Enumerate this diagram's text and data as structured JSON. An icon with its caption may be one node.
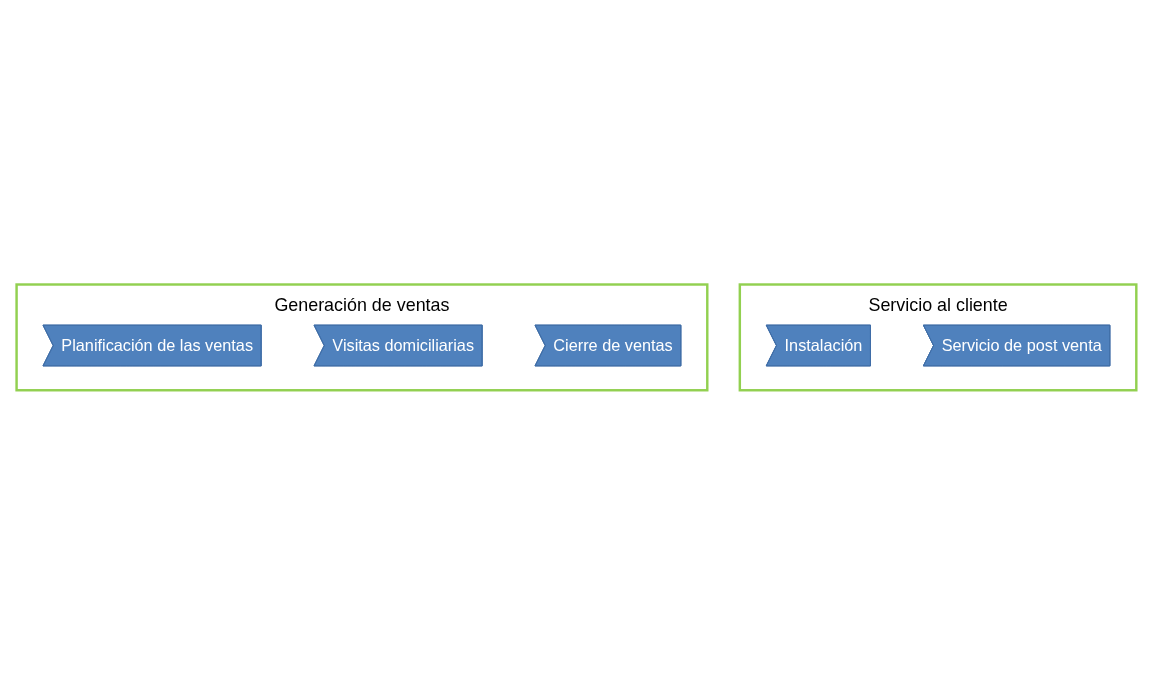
{
  "diagram": {
    "nodes": [
      {
        "text": [
          "Generación de ventas"
        ]
      },
      {
        "text": [
          "Planificación de las ventas"
        ],
        "in": 0
      },
      {
        "text": [
          "Visitas domiciliarias"
        ],
        "in": 0
      },
      {
        "text": [
          "Cierre de ventas"
        ],
        "in": 0
      },
      {
        "text": [
          "Servicio al cliente"
        ]
      },
      {
        "text": [
          "Instalación"
        ],
        "in": 4
      },
      {
        "text": [
          "Servicio de post venta"
        ],
        "in": 4
      }
    ]
  }
}
